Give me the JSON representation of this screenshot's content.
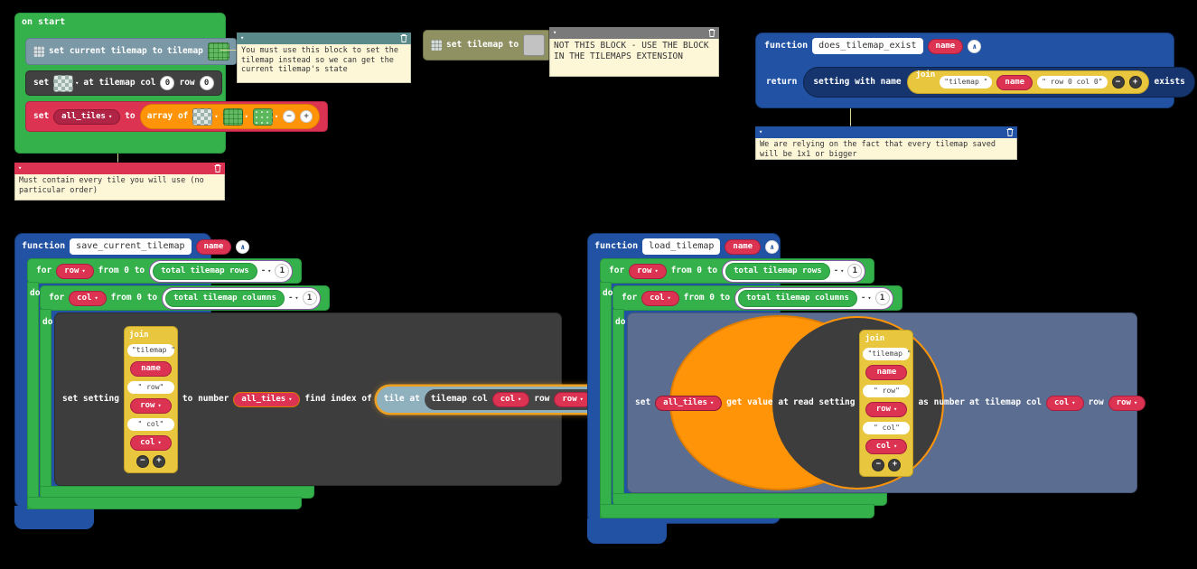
{
  "icons": {
    "caret": "▾",
    "collapse": "∧",
    "comment_collapse": "▾",
    "minus": "−",
    "plus": "+"
  },
  "colors": {
    "loop_green": "#35b14b",
    "function_blue": "#2152a3",
    "reporter_navy": "#16356e",
    "variable_red": "#dc3353",
    "text_yellow": "#e8c63d",
    "array_orange": "#ff9408",
    "settings_gray": "#3d3d3d",
    "tilemap_slate": "#5b6e91",
    "custom_teal": "#7a98a6",
    "disabled_olive": "#8f9162",
    "comment_paper": "#fdf7d8"
  },
  "on_start": {
    "title": "on start",
    "set_current_tilemap": {
      "label": "set current tilemap to",
      "value": "tilemap"
    },
    "set_tile_at": {
      "set": "set",
      "at_tilemap_col": "at tilemap col",
      "col": "0",
      "row_label": "row",
      "row": "0"
    },
    "set_all_tiles": {
      "set": "set",
      "variable": "all_tiles",
      "to": "to",
      "array_of": "array of"
    }
  },
  "disabled_block": {
    "label": "set tilemap to"
  },
  "comments": {
    "use_this_block": "You must use this block to set the tilemap instead so we can get the current tilemap's state",
    "not_this_block": "NOT THIS BLOCK - USE THE BLOCK IN THE TILEMAPS EXTENSION",
    "must_contain": "Must contain every tile you will use (no particular order)",
    "relying": "We are relying on the fact that every tilemap saved will be 1x1 or bigger"
  },
  "func_exist": {
    "keyword": "function",
    "name": "does_tilemap_exist",
    "name_badge": "name",
    "return_label": "return",
    "setting_with_name": "setting with name",
    "join_label": "join",
    "arg_tilemap": "\"tilemap \"",
    "arg_name": "name",
    "arg_row0col0": "\" row 0 col 0\"",
    "exists": "exists"
  },
  "func_save": {
    "keyword": "function",
    "name": "save_current_tilemap",
    "name_badge": "name",
    "loop_row": {
      "for": "for",
      "variable": "row",
      "from_0_to": "from 0 to",
      "bound": "total tilemap rows",
      "minus": "-",
      "one": "1",
      "do": "do"
    },
    "loop_col": {
      "for": "for",
      "variable": "col",
      "from_0_to": "from 0 to",
      "bound": "total tilemap columns",
      "minus": "-",
      "one": "1",
      "do": "do"
    },
    "set_setting": "set setting",
    "join": {
      "label": "join",
      "arg1": "\"tilemap \"",
      "arg2": "name",
      "arg3": "\" row\"",
      "arg4": "row",
      "arg5": "\" col\"",
      "arg6": "col"
    },
    "to_number": "to number",
    "list": "all_tiles",
    "find_index_of": "find index of",
    "tile_at": "tile at",
    "tilemap_col": "tilemap col",
    "col": "col",
    "row_label": "row",
    "row": "row"
  },
  "func_load": {
    "keyword": "function",
    "name": "load_tilemap",
    "name_badge": "name",
    "loop_row": {
      "for": "for",
      "variable": "row",
      "from_0_to": "from 0 to",
      "bound": "total tilemap rows",
      "minus": "-",
      "one": "1",
      "do": "do"
    },
    "loop_col": {
      "for": "for",
      "variable": "col",
      "from_0_to": "from 0 to",
      "bound": "total tilemap columns",
      "minus": "-",
      "one": "1",
      "do": "do"
    },
    "set": "set",
    "list": "all_tiles",
    "get_value_at": "get value at",
    "read_setting": "read setting",
    "join": {
      "label": "join",
      "arg1": "\"tilemap \"",
      "arg2": "name",
      "arg3": "\" row\"",
      "arg4": "row",
      "arg5": "\" col\"",
      "arg6": "col"
    },
    "as_number": "as number",
    "at_tilemap_col": "at tilemap col",
    "col": "col",
    "row_label": "row",
    "row": "row"
  }
}
